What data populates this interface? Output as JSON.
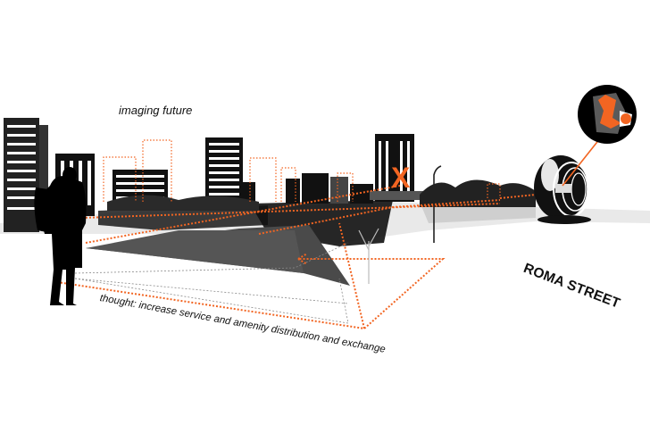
{
  "diagram": {
    "labels": {
      "imaging": "imaging future",
      "location": "ROMA STREET",
      "thought": "thought: increase service and amenity distribution and exchange"
    },
    "marker": "X",
    "colors": {
      "accent": "#f26522",
      "ink": "#000000",
      "shadow": "#4a4a4a",
      "thought_bubble_fill": "#5a5a5a",
      "guide_line": "#8a8a8a"
    },
    "elements": [
      "standing-person-silhouette",
      "city-skyline",
      "orange-x-marker",
      "dashed-future-building-outlines",
      "grey-sight-cone",
      "dotted-orange-sight-path",
      "mirror-sphere-sculpture",
      "thought-bubble-with-figure"
    ]
  }
}
